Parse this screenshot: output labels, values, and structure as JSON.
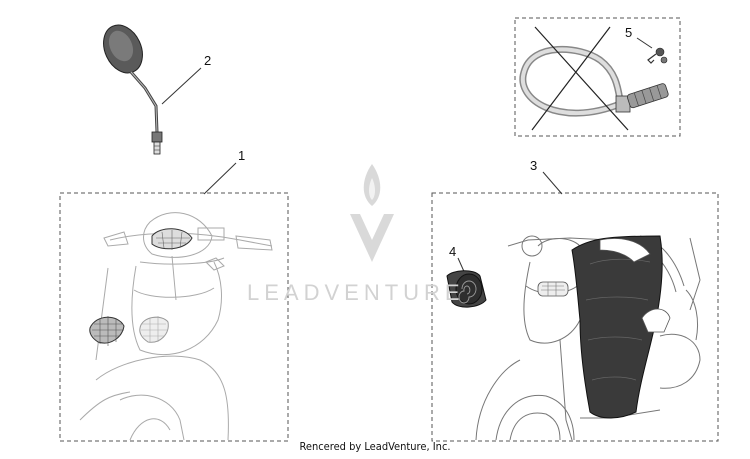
{
  "diagram": {
    "callouts": [
      {
        "id": "1",
        "label": "1"
      },
      {
        "id": "2",
        "label": "2"
      },
      {
        "id": "3",
        "label": "3"
      },
      {
        "id": "4",
        "label": "4"
      },
      {
        "id": "5",
        "label": "5"
      }
    ]
  },
  "watermark": {
    "text": "LEADVENTURE"
  },
  "footer": {
    "text": "Rencered by LeadVenture, Inc."
  },
  "colors": {
    "line": "#333333",
    "dash": "#555555",
    "light_line": "#aaaaaa",
    "dark_fill": "#3a3a3a",
    "watermark": "#d2d2d2"
  }
}
